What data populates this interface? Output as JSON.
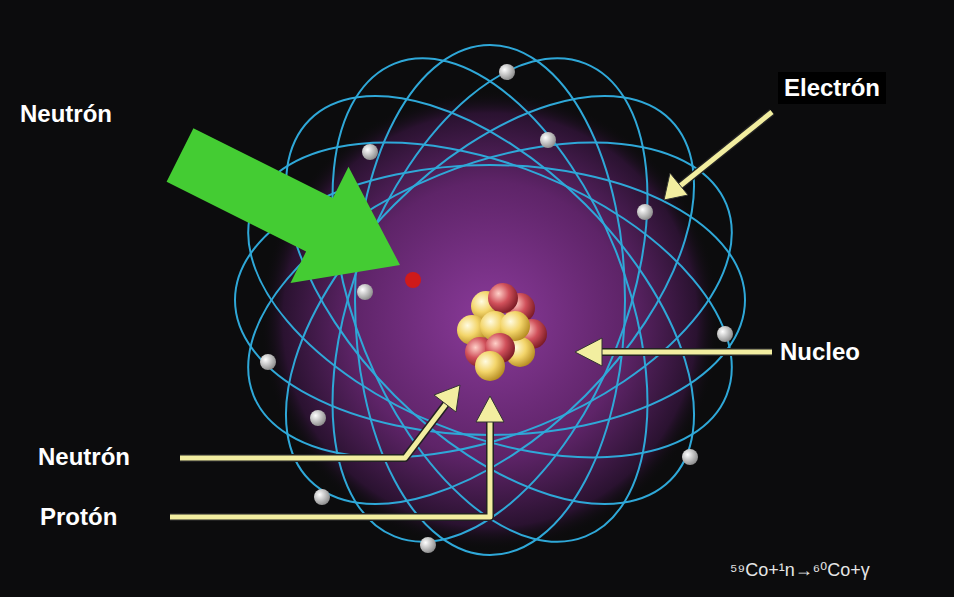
{
  "diagram": {
    "labels": [
      "Neutrón",
      "Electrón",
      "Nucleo",
      "Neutrón",
      "Protón",
      "⁵⁹Co+¹n→⁶⁰Co+γ"
    ]
  }
}
